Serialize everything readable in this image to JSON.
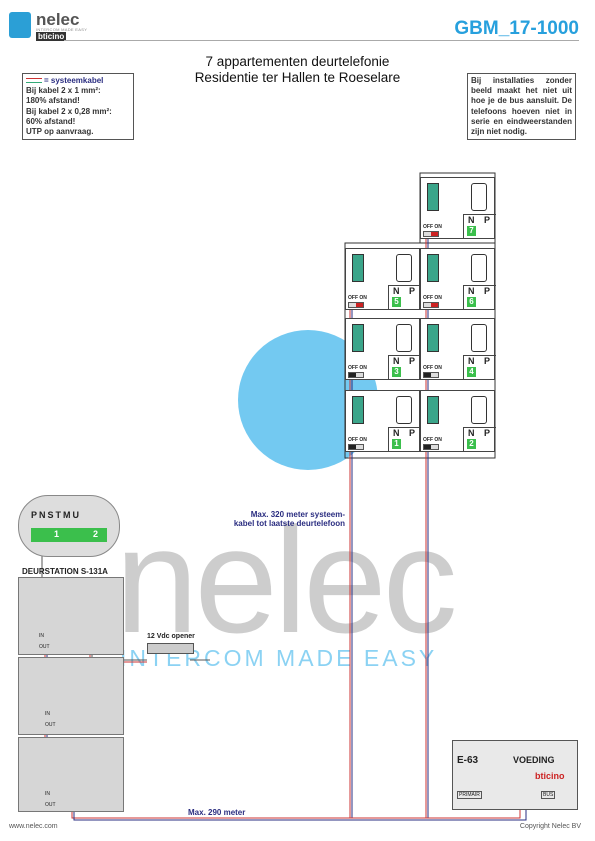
{
  "header": {
    "brand": "nelec",
    "brand_tagline": "INTERCOM MADE EASY",
    "brand_sub": "bticino",
    "document_code": "GBM_17-1000",
    "title_line1": "7 appartementen deurtelefonie",
    "title_line2": "Residentie ter Hallen te Roeselare"
  },
  "legend": {
    "label": "= systeemkabel",
    "line1": "Bij kabel 2 x 1 mm²:",
    "line2": "180% afstand!",
    "line3": "Bij kabel 2 x 0,28 mm²:",
    "line4": "60% afstand!",
    "line5": "UTP op aanvraag."
  },
  "info_note": {
    "text": "Bij installaties zonder beeld maakt het niet uit hoe je de bus aansluit. De telefoons hoeven niet in serie en eindweerstanden zijn niet nodig."
  },
  "phones": [
    {
      "number": "1",
      "switch_label": "OFF ON",
      "n": "N",
      "p": "P"
    },
    {
      "number": "2",
      "switch_label": "OFF ON",
      "n": "N",
      "p": "P"
    },
    {
      "number": "3",
      "switch_label": "OFF ON",
      "n": "N",
      "p": "P"
    },
    {
      "number": "4",
      "switch_label": "OFF ON",
      "n": "N",
      "p": "P"
    },
    {
      "number": "5",
      "switch_label": "OFF ON",
      "n": "N",
      "p": "P"
    },
    {
      "number": "6",
      "switch_label": "OFF ON",
      "n": "N",
      "p": "P"
    },
    {
      "number": "7",
      "switch_label": "OFF ON",
      "n": "N",
      "p": "P"
    }
  ],
  "terminal_labels": [
    "P",
    "N",
    "S",
    "T",
    "M",
    "U",
    "1",
    "2"
  ],
  "door_station": {
    "title": "DEURSTATION S-131A",
    "in_label": "IN",
    "out_label": "OUT",
    "opener": "12 Vdc opener"
  },
  "annotations": {
    "max_320_line1": "Max. 320 meter systeem-",
    "max_320_line2": "kabel tot laatste deurtelefoon",
    "max_290": "Max. 290 meter"
  },
  "power_supply": {
    "model": "E-63",
    "label": "VOEDING",
    "brand": "bticino",
    "primair": "PRIMAIR",
    "bus": "BUS"
  },
  "footer": {
    "left": "www.nelec.com",
    "right": "Copyright Nelec BV"
  },
  "colors": {
    "brand_blue": "#27a0dd",
    "wire_red": "#c33333",
    "wire_blue": "#2a2d80",
    "terminal_green": "#3ba58a"
  }
}
